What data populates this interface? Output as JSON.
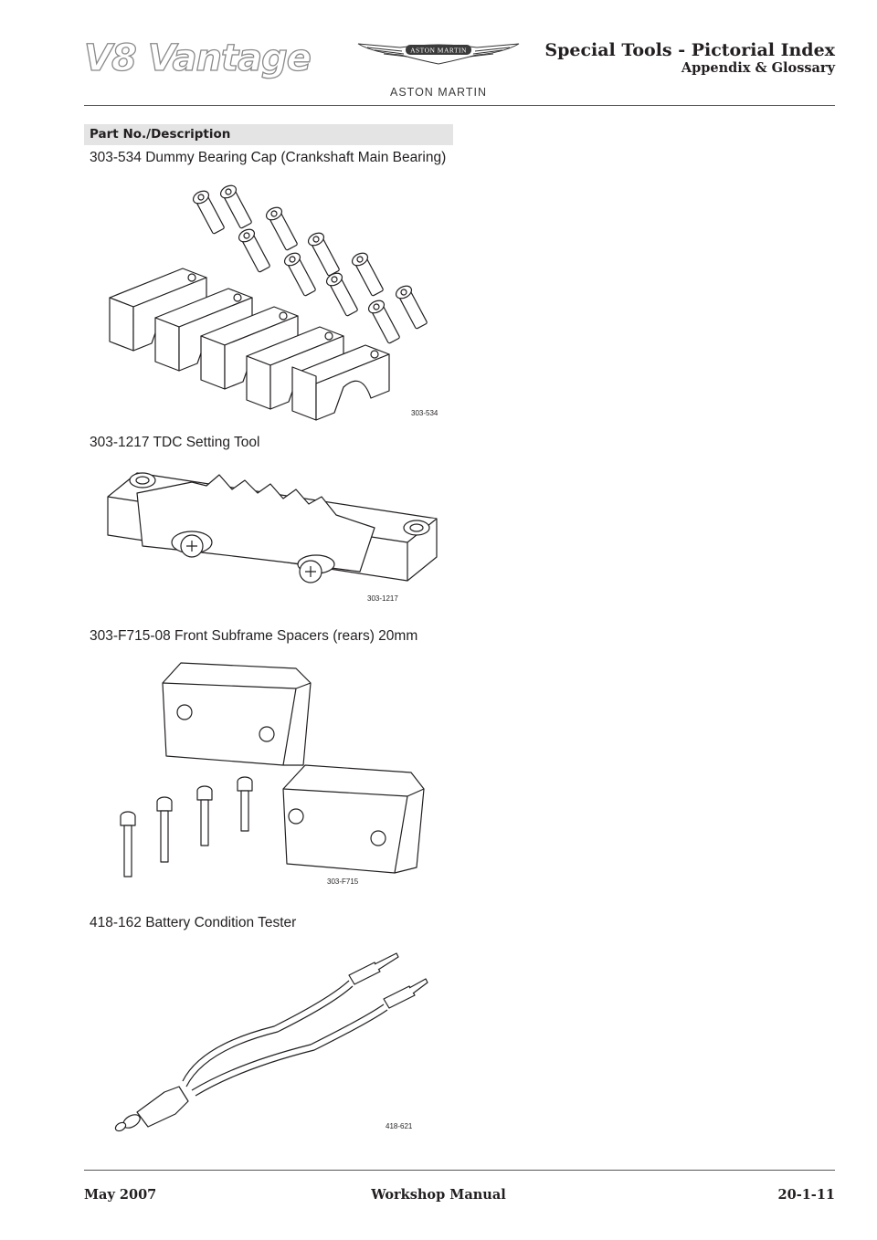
{
  "header": {
    "logo_text": "V8 Vantage",
    "brand_name": "ASTON MARTIN",
    "badge_text": "ASTON MARTIN",
    "title": "Special Tools - Pictorial Index",
    "subtitle": "Appendix & Glossary"
  },
  "table": {
    "column_header": "Part No./Description",
    "items": [
      {
        "description": "303-534 Dummy Bearing Cap (Crankshaft Main Bearing)",
        "figure_ref": "303-534"
      },
      {
        "description": "303-1217 TDC Setting Tool",
        "figure_ref": "303-1217"
      },
      {
        "description": "303-F715-08 Front Subframe Spacers (rears) 20mm",
        "figure_ref": "303-F715"
      },
      {
        "description": "418-162 Battery Condition Tester",
        "figure_ref": "418-621"
      }
    ]
  },
  "footer": {
    "date": "May 2007",
    "manual": "Workshop Manual",
    "page": "20-1-11"
  }
}
